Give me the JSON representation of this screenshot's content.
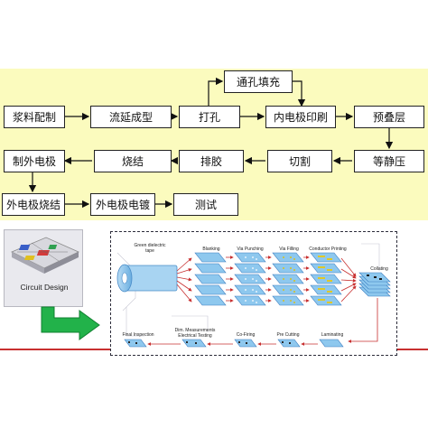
{
  "flow": {
    "row1": [
      "浆料配制",
      "流延成型",
      "打孔",
      "内电极印刷",
      "预叠层"
    ],
    "top": "通孔填充",
    "row2": [
      "制外电极",
      "烧结",
      "排胶",
      "切割",
      "等静压"
    ],
    "row3": [
      "外电极烧结",
      "外电极电镀",
      "测试"
    ]
  },
  "circuit_design_label": "Circuit Design",
  "process": {
    "tape_label": "Green dielectric tape",
    "top_steps": [
      "Blanking",
      "Via Punching",
      "Via Filling",
      "Conductor Printing"
    ],
    "collating": "Collating",
    "bottom_steps": [
      "Final Inspection",
      "Dim. Measurements Electrical Testing",
      "Co-Firing",
      "Pre Cutting",
      "Laminating"
    ]
  },
  "colors": {
    "panel_bg": "#fbfbbe",
    "arrow_green": "#22b24a",
    "flow_red": "#c83030",
    "sheet_blue": "#8ec8ee"
  }
}
